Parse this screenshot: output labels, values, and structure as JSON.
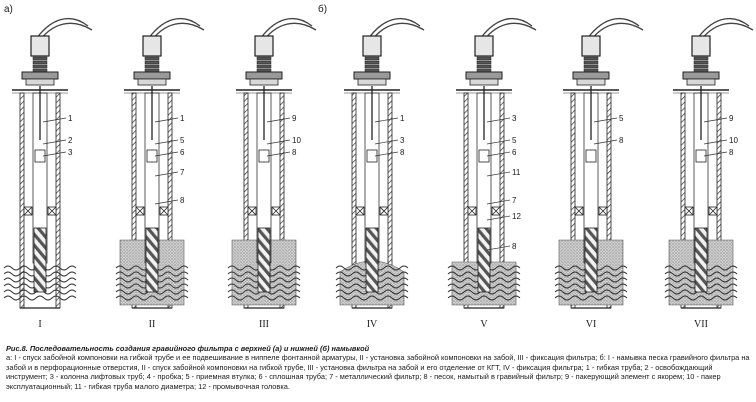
{
  "groups": [
    {
      "label": "а)"
    },
    {
      "label": "б)"
    }
  ],
  "stages": [
    {
      "numeral": "I",
      "labels": [
        "1",
        "2",
        "3"
      ],
      "sand": "none"
    },
    {
      "numeral": "II",
      "labels": [
        "1",
        "5",
        "6",
        "7",
        "8"
      ],
      "sand": "full"
    },
    {
      "numeral": "III",
      "labels": [
        "9",
        "10",
        "8"
      ],
      "sand": "full"
    },
    {
      "numeral": "IV",
      "labels": [
        "1",
        "3",
        "8"
      ],
      "sand": "mound"
    },
    {
      "numeral": "V",
      "labels": [
        "3",
        "5",
        "6",
        "11",
        "7",
        "12",
        "8"
      ],
      "sand": "low"
    },
    {
      "numeral": "VI",
      "labels": [
        "5",
        "8"
      ],
      "sand": "full"
    },
    {
      "numeral": "VII",
      "labels": [
        "9",
        "10",
        "8"
      ],
      "sand": "full"
    }
  ],
  "caption": {
    "title": "Рис.8. Последовательность создания гравийного фильтра с верхней (а) и нижней (б) намывкой",
    "body": "а: I - спуск забойной компоновки на гибкой трубе и ее подвешивание в ниппеле фонтанной арматуры, II - установка забойной компоновки на забой, III - фиксация фильтра; б: I - намывка песка гравийного фильтра на забой и в перфорационные отверстия, II - спуск забойной компоновки на гибкой трубе, III - установка фильтра на забой и его отделение от КГТ, IV - фиксация фильтра; 1 - гибкая труба; 2 - освобождающий инструмент; 3 - колонна лифтовых труб; 4 - пробка; 5 - приемная втулка; 6 - сплошная труба; 7 - металлический фильтр; 8 - песок, намытый в гравийный фильтр; 9 - пакерующий элемент с якорем; 10 - пакер эксплуатационный; 11 - гибкая труба малого диаметра; 12 - промывочная головка."
  }
}
